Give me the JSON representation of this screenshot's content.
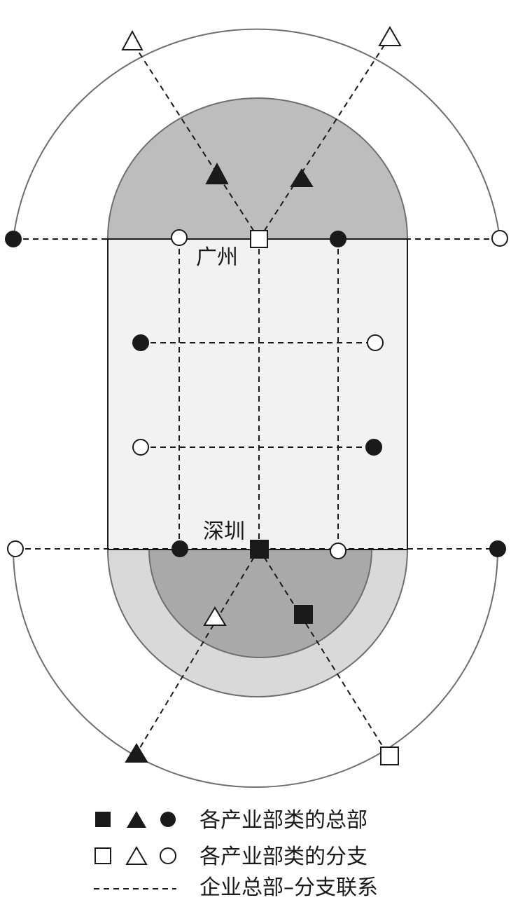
{
  "cities": {
    "guangzhou": "广州",
    "shenzhen": "深圳"
  },
  "legend": {
    "headquarters": "各产业部类的总部",
    "branches": "各产业部类的分支",
    "link": "企业总部–分支联系"
  },
  "symbols": {
    "headquarters": [
      "filled-square-icon",
      "filled-triangle-icon",
      "filled-circle-icon"
    ],
    "branches": [
      "hollow-square-icon",
      "hollow-triangle-icon",
      "hollow-circle-icon"
    ],
    "link": "dashed-line"
  },
  "colors": {
    "top_cap": "#bdbdbd",
    "corridor": "#f2f2f2",
    "bottom_outer": "#d9d9d9",
    "bottom_inner": "#a9a9a9",
    "ink": "#1a1a1a"
  }
}
